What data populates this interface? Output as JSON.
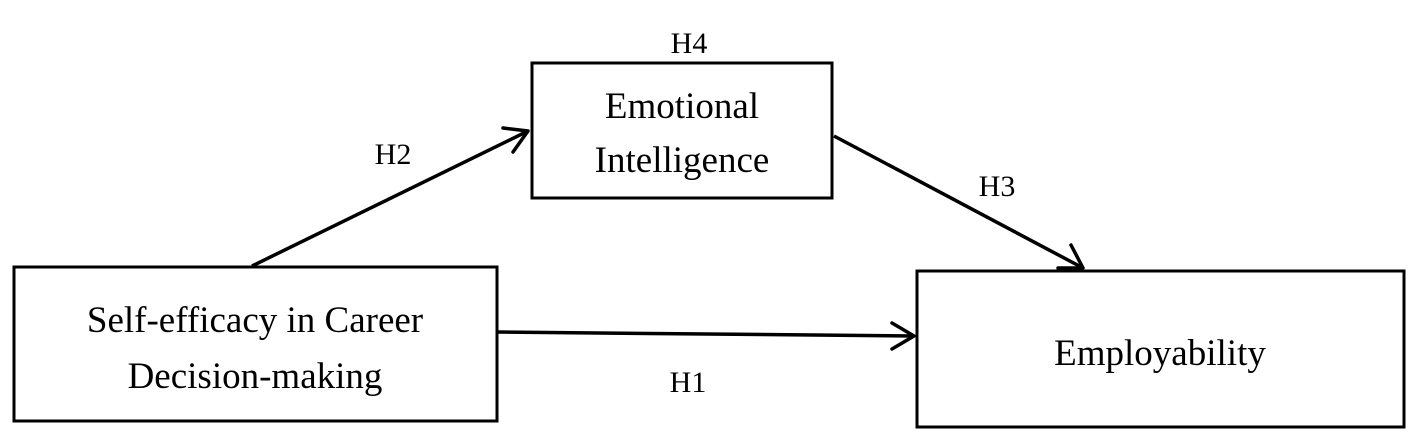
{
  "colors": {
    "background": "#ffffff",
    "stroke": "#000000",
    "text": "#000000"
  },
  "nodes": {
    "self_efficacy": {
      "lines": [
        "Self-efficacy in Career",
        "Decision-making"
      ]
    },
    "emotional_intelligence": {
      "lines": [
        "Emotional",
        "Intelligence"
      ]
    },
    "employability": {
      "lines": [
        "Employability"
      ]
    }
  },
  "hypotheses": {
    "h1": "H1",
    "h2": "H2",
    "h3": "H3",
    "h4": "H4"
  },
  "edges": [
    {
      "from": "self_efficacy",
      "to": "employability",
      "label": "H1"
    },
    {
      "from": "self_efficacy",
      "to": "emotional_intelligence",
      "label": "H2"
    },
    {
      "from": "emotional_intelligence",
      "to": "employability",
      "label": "H3"
    }
  ]
}
